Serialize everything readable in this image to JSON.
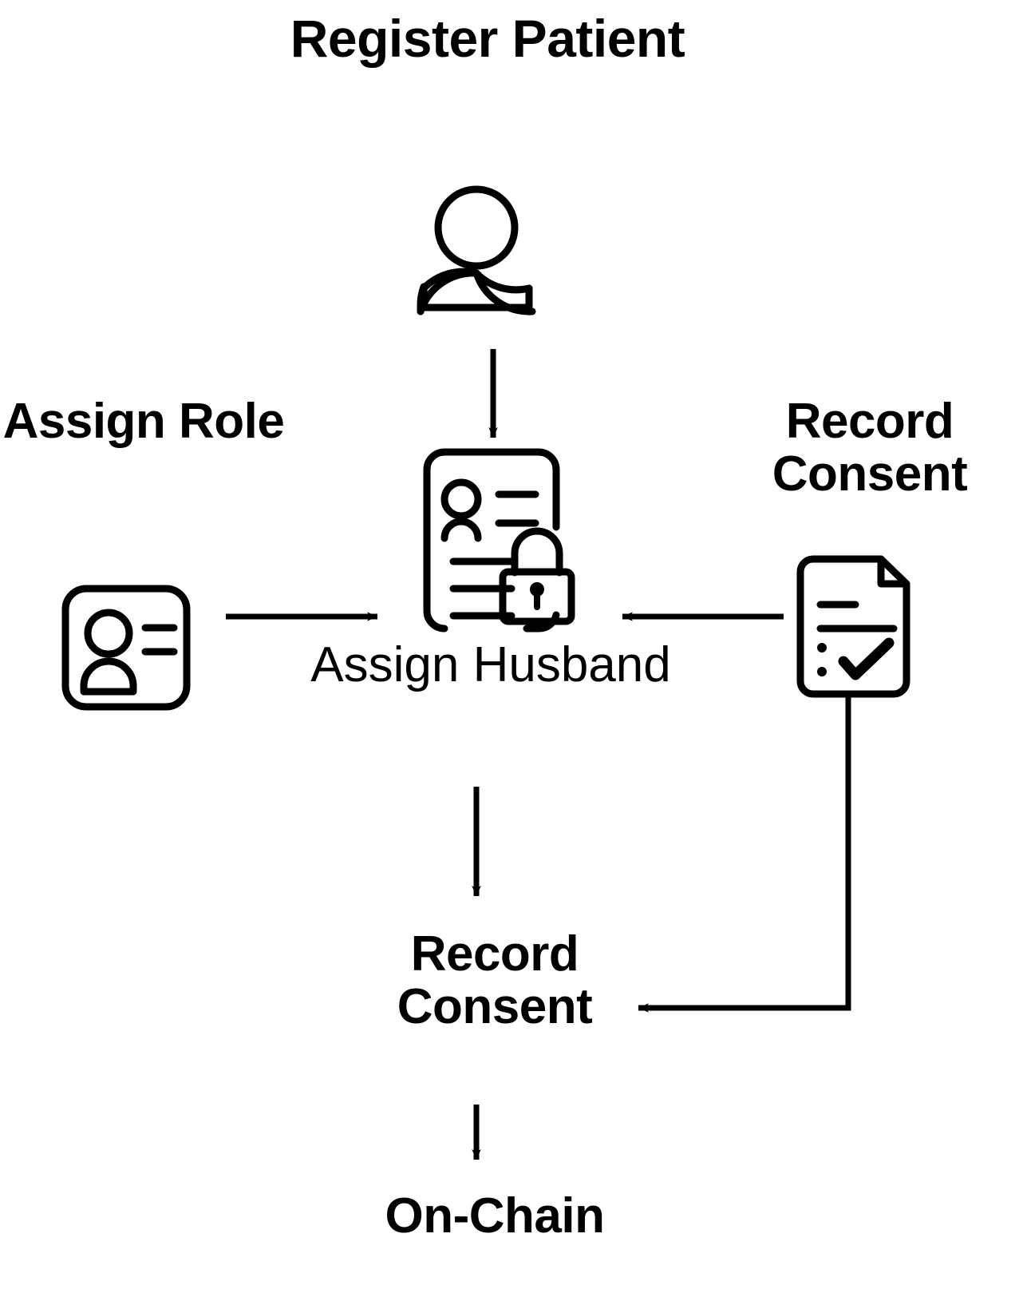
{
  "diagram": {
    "title": "Register Patient",
    "background_color": "#ffffff",
    "stroke_color": "#000000",
    "nodes": {
      "register_patient": {
        "label": "Register Patient",
        "icon": "person-icon",
        "style": "bold"
      },
      "assign_role": {
        "label": "Assign Role",
        "icon": "id-badge-icon",
        "style": "bold"
      },
      "record_consent_top": {
        "label": "Record Consent",
        "icon": "consent-document-icon",
        "style": "bold"
      },
      "assign_husband": {
        "label": "Assign Husband",
        "icon": "secure-patient-record-icon",
        "style": "regular"
      },
      "record_consent_bottom": {
        "label": "Record Consent",
        "icon": "none",
        "style": "bold"
      },
      "on_chain": {
        "label": "On-Chain",
        "icon": "none",
        "style": "bold"
      }
    },
    "edges": [
      {
        "name": "patient-to-record",
        "from": "register_patient",
        "to": "assign_husband",
        "direction": "down"
      },
      {
        "name": "role-to-record",
        "from": "assign_role",
        "to": "assign_husband",
        "direction": "right"
      },
      {
        "name": "consent-to-record",
        "from": "record_consent_top",
        "to": "assign_husband",
        "direction": "left"
      },
      {
        "name": "record-to-consent",
        "from": "assign_husband",
        "to": "record_consent_bottom",
        "direction": "down"
      },
      {
        "name": "consentdoc-to-consent",
        "from": "record_consent_top",
        "to": "record_consent_bottom",
        "direction": "elbow-left"
      },
      {
        "name": "consent-to-onchain",
        "from": "record_consent_bottom",
        "to": "on_chain",
        "direction": "down"
      }
    ]
  }
}
